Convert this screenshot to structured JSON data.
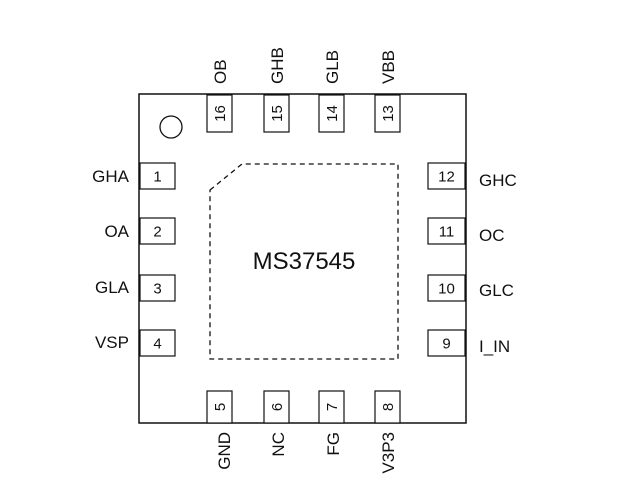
{
  "part_number": "MS37545",
  "pins": {
    "left": [
      {
        "num": "1",
        "name": "GHA"
      },
      {
        "num": "2",
        "name": "OA"
      },
      {
        "num": "3",
        "name": "GLA"
      },
      {
        "num": "4",
        "name": "VSP"
      }
    ],
    "bottom": [
      {
        "num": "5",
        "name": "GND"
      },
      {
        "num": "6",
        "name": "NC"
      },
      {
        "num": "7",
        "name": "FG"
      },
      {
        "num": "8",
        "name": "V3P3"
      }
    ],
    "right": [
      {
        "num": "9",
        "name": "I_IN"
      },
      {
        "num": "10",
        "name": "GLC"
      },
      {
        "num": "11",
        "name": "OC"
      },
      {
        "num": "12",
        "name": "GHC"
      }
    ],
    "top": [
      {
        "num": "13",
        "name": "VBB"
      },
      {
        "num": "14",
        "name": "GLB"
      },
      {
        "num": "15",
        "name": "GHB"
      },
      {
        "num": "16",
        "name": "OB"
      }
    ]
  }
}
